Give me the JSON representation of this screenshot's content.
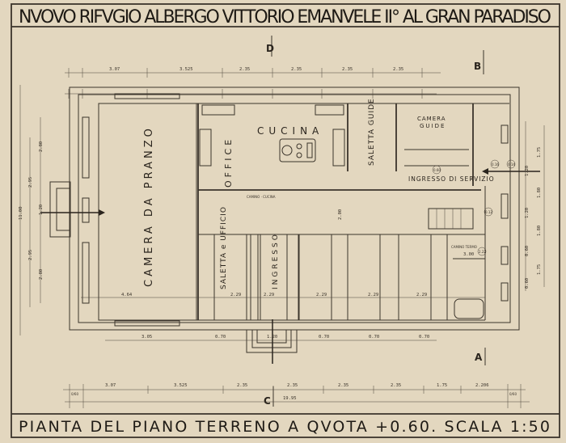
{
  "title": "NVOVO RIFVGIO ALBERGO VITTORIO EMANVELE II° AL GRAN PARADISO",
  "subtitle": "PIANTA DEL PIANO TERRENO A QVOTA +0.60. SCALA 1:50",
  "section_marks": {
    "a": "A",
    "b": "B",
    "c": "C",
    "d": "D"
  },
  "rooms": {
    "camera_da_pranzo": "CAMERA DA PRANZO",
    "office": "OFFICE",
    "cucina": "CUCINA",
    "saletta_guide": "SALETTA GUIDE",
    "camera_guide_1": "CAMERA",
    "camera_guide_2": "GUIDE",
    "ingresso_servizio": "INGRESSO DI SERVIZIO",
    "saletta_ufficio": "SALETTA e UFFICIO",
    "ingresso": "INGRESSO"
  },
  "annotations": {
    "camino_cucina": "CAMINO · CUCINA",
    "camino_termo": "CAMINO TERMO",
    "len_300": "3.00",
    "len_200": "2.00"
  },
  "dims_top": [
    "3.07",
    "3.525",
    "2.35",
    "2.35",
    "2.35",
    "2.35"
  ],
  "dims_bottom": [
    "3.07",
    "3.525",
    "2.35",
    "2.35",
    "2.35",
    "2.35",
    "1.75",
    "2.206"
  ],
  "dims_bottom_total": "19.95",
  "dims_bottom_ends": [
    "0/60",
    "0/60"
  ],
  "dims_windows": [
    "3.05",
    "0.70",
    "1.20",
    "0.70",
    "0.70",
    "0.70"
  ],
  "dims_interior": [
    "4.64",
    "2.29",
    "2.29",
    "2.29",
    "2.29",
    "2.29"
  ],
  "dims_left": {
    "total": "11.00",
    "outer": [
      "2.95",
      "2.95"
    ],
    "inner": [
      "2.80",
      "1.20",
      "2.80"
    ]
  },
  "dims_right": {
    "outer": [
      "1.75",
      "1.80",
      "1.80",
      "1.75"
    ],
    "inner": [
      "1.20",
      "1.20",
      "0.60",
      "0.60"
    ]
  },
  "levels": [
    "0.60",
    "0.16",
    "0.14",
    "0.12",
    "2.22"
  ]
}
